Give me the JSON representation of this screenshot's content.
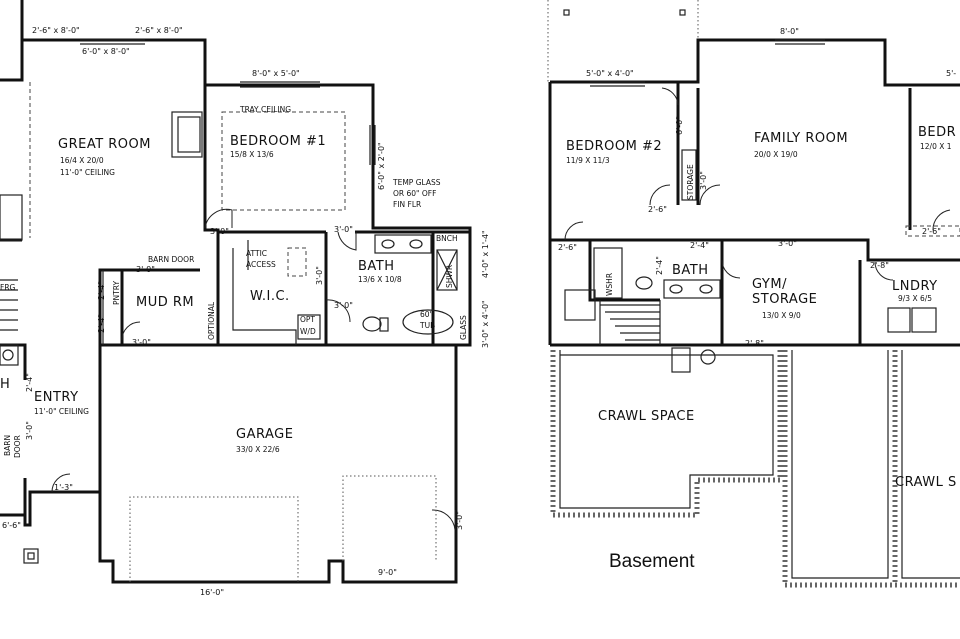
{
  "main_level": {
    "rooms": {
      "great_room": {
        "name": "GREAT ROOM",
        "size": "16/4 X 20/0",
        "note": "11'-0\" CEILING"
      },
      "bedroom1": {
        "name": "BEDROOM #1",
        "size": "15/8 X 13/6",
        "note": "TRAY CEILING"
      },
      "bath": {
        "name": "BATH",
        "size": "13/6 X 10/8"
      },
      "wic": {
        "name": "W.I.C."
      },
      "mud_room": {
        "name": "MUD RM"
      },
      "entry": {
        "name": "ENTRY",
        "note": "11'-0\" CEILING"
      },
      "garage": {
        "name": "GARAGE",
        "size": "33/0 X 22/6"
      }
    },
    "labels": {
      "attic": "ATTIC",
      "access": "ACCESS",
      "barn_door": "BARN DOOR",
      "barn_door_left": "BARN",
      "barn_door_left2": "DOOR",
      "optional": "OPTIONAL",
      "pntry": "PNTRY",
      "tub": "60\"",
      "tub2": "TUB",
      "bnch": "BNCH",
      "shwr": "SHWR",
      "glass": "GLASS",
      "wd": "W/D",
      "opt": "OPT",
      "temp_glass_1": "TEMP GLASS",
      "temp_glass_2": "OR 60\" OFF",
      "temp_glass_3": "FIN FLR",
      "frg": "FRG",
      "h": "H"
    },
    "dims": {
      "top1": "2'-6\" x 8'-0\"",
      "top2": "2'-6\" x 8'-0\"",
      "top3": "6'-0\" x 8'-0\"",
      "bed1_win": "8'-0\" x 5'-0\"",
      "bed1_side": "6'-0\" x 2'-0\"",
      "door_bed1": "3'-0\"",
      "door_bath": "3'-0\"",
      "door_wic": "3'-0\"",
      "door_wic2": "3'-0\"",
      "door_barn": "3'-0\"",
      "mud_a": "2'-4\"",
      "mud_b": "2'-4\"",
      "mud_door": "3'-0\"",
      "bath_side_a": "4'-0\" x 1'-4\"",
      "bath_side_b": "3'-0\" x 4'-0\"",
      "entry_a": "2'-4\"",
      "entry_b": "3'-0\"",
      "entry_c": "1'-3\"",
      "bottom_left": "6'-6\"",
      "garage_door": "3'-0\"",
      "garage_9": "9'-0\"",
      "garage_16": "16'-0\""
    }
  },
  "basement": {
    "title": "Basement",
    "rooms": {
      "bedroom2": {
        "name": "BEDROOM #2",
        "size": "11/9 X 11/3"
      },
      "family_room": {
        "name": "FAMILY ROOM",
        "size": "20/0 X 19/0"
      },
      "bedroom3": {
        "name": "BEDR",
        "size": "12/0 X 1"
      },
      "bath": {
        "name": "BATH"
      },
      "gym": {
        "name": "GYM/",
        "name2": "STORAGE",
        "size": "13/0 X 9/0"
      },
      "laundry": {
        "name": "LNDRY",
        "size": "9/3 X 6/5"
      },
      "crawl1": {
        "name": "CRAWL SPACE"
      },
      "crawl2": {
        "name": "CRAWL S"
      }
    },
    "labels": {
      "storage": "STORAGE",
      "wshr": "WSHR"
    },
    "dims": {
      "top_fam": "8'-0\"",
      "bed2_win": "5'-0\" x 4'-0\"",
      "bed3_win": "5'-",
      "bed2_side": "6'-0\"",
      "bed2_door": "2'-6\"",
      "stor_door": "3'-0\"",
      "hall_a": "2'-6\"",
      "hall_b": "2'-4\"",
      "hall_c": "3'-0\"",
      "bath_a": "2'-4\"",
      "lndry_d": "2'-8\"",
      "bed3_door": "2'-6\"",
      "crawl_d": "2'-8\""
    }
  }
}
